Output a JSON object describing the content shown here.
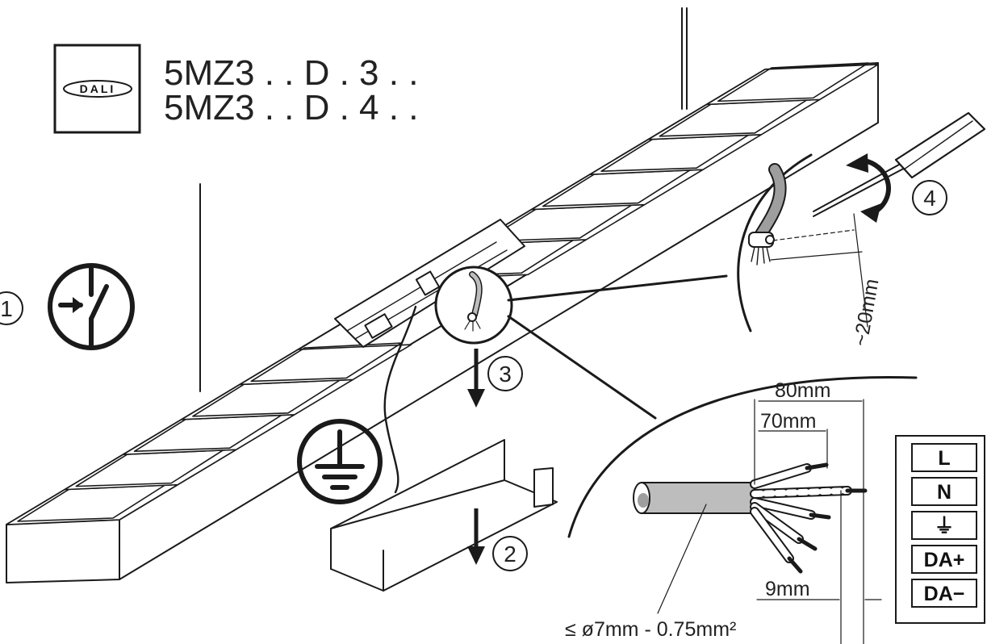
{
  "brand_logo": {
    "text": "DALI",
    "icon": "dali-logo-icon"
  },
  "models": [
    "5MZ3 . . D . 3 . .",
    "5MZ3 . . D . 4 . ."
  ],
  "steps": [
    {
      "number": "1",
      "icon": "power-switch-off-icon"
    },
    {
      "number": "2",
      "icon": "cover-down-arrow-icon"
    },
    {
      "number": "3",
      "icon": "cover-down-arrow-icon"
    },
    {
      "number": "4",
      "icon": "screwdriver-rotate-icon"
    }
  ],
  "ground_icon": "earth-ground-icon",
  "dimensions": {
    "strip_length": "~20mm",
    "sheath_80": "80mm",
    "sheath_70": "70mm",
    "strip_9": "9mm",
    "cable_spec": "≤ ø7mm - 0.75mm²"
  },
  "terminals": [
    "L",
    "N",
    "⏚",
    "DA+",
    "DA−"
  ],
  "terminal_icons": {
    "ground": "earth-ground-icon"
  },
  "colors": {
    "line": "#1a1a1a",
    "fill": "#ffffff",
    "cable": "#bdbdbd"
  }
}
